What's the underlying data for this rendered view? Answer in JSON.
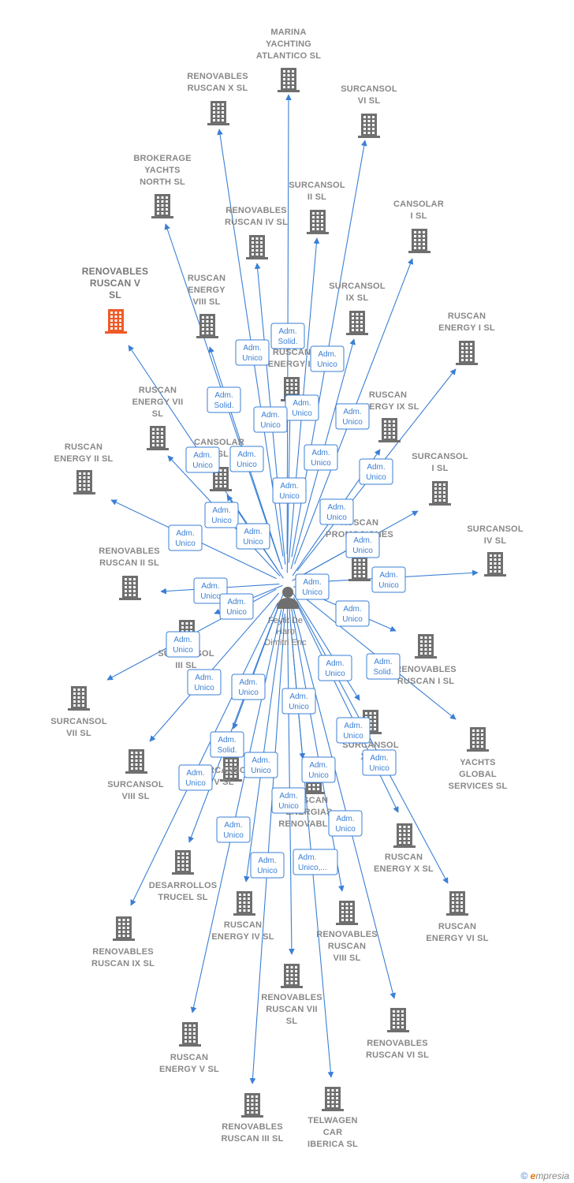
{
  "person": {
    "name_lines": [
      "Feytit De",
      "Haro",
      "Dimitri Eric"
    ],
    "icon": "person-icon"
  },
  "colors": {
    "edge": "#3a7fd5",
    "building": "#6f6f6f",
    "highlight": "#f05a28",
    "label": "#888888"
  },
  "companies": [
    {
      "id": "marina-yachting-atlantico",
      "lines": [
        "MARINA",
        "YACHTING",
        "ATLANTICO  SL"
      ],
      "role": [
        "Adm.",
        "Solid."
      ]
    },
    {
      "id": "renovables-ruscan-x",
      "lines": [
        "RENOVABLES",
        "RUSCAN X  SL"
      ],
      "role": [
        "Adm.",
        "Unico"
      ]
    },
    {
      "id": "surcansol-vi",
      "lines": [
        "SURCANSOL",
        "VI  SL"
      ],
      "role": [
        "Adm.",
        "Unico"
      ]
    },
    {
      "id": "brokerage-yachts-north",
      "lines": [
        "BROKERAGE",
        "YACHTS",
        "NORTH  SL"
      ],
      "role": [
        "Adm.",
        "Solid."
      ]
    },
    {
      "id": "surcansol-ii",
      "lines": [
        "SURCANSOL",
        "II  SL"
      ],
      "role": [
        "Adm.",
        "Unico"
      ]
    },
    {
      "id": "renovables-ruscan-iv",
      "lines": [
        "RENOVABLES",
        "RUSCAN IV  SL"
      ],
      "role": [
        "Adm.",
        "Unico"
      ]
    },
    {
      "id": "cansolar-i",
      "lines": [
        "CANSOLAR",
        "I  SL"
      ],
      "role": [
        "Adm.",
        "Unico"
      ]
    },
    {
      "id": "renovables-ruscan-v",
      "lines": [
        "RENOVABLES",
        "RUSCAN V",
        "SL"
      ],
      "role": [
        "Adm.",
        "Unico"
      ],
      "highlight": true
    },
    {
      "id": "ruscan-energy-viii",
      "lines": [
        "RUSCAN",
        "ENERGY",
        "VIII  SL"
      ],
      "role": [
        "Adm.",
        "Unico"
      ]
    },
    {
      "id": "surcansol-ix",
      "lines": [
        "SURCANSOL",
        "IX  SL"
      ],
      "role": [
        "Adm.",
        "Unico"
      ]
    },
    {
      "id": "ruscan-energy-i",
      "lines": [
        "RUSCAN",
        "ENERGY I  SL"
      ],
      "role": [
        "Adm.",
        "Unico"
      ]
    },
    {
      "id": "ruscan-energy-iii",
      "lines": [
        "RUSCAN",
        "ENERGY III"
      ],
      "role": [
        "Adm.",
        "Unico"
      ]
    },
    {
      "id": "ruscan-energy-vii",
      "lines": [
        "RUSCAN",
        "ENERGY VII",
        "SL"
      ],
      "role": [
        "Adm.",
        "Unico"
      ]
    },
    {
      "id": "ruscan-energy-ix",
      "lines": [
        "RUSCAN",
        "ENERGY IX  SL"
      ],
      "role": [
        "Adm.",
        "Unico"
      ]
    },
    {
      "id": "cansolar-ii",
      "lines": [
        "CANSOLAR",
        "II  SL"
      ],
      "role": [
        "Adm.",
        "Unico"
      ]
    },
    {
      "id": "surcansol-i",
      "lines": [
        "SURCANSOL",
        "I  SL"
      ],
      "role": [
        "Adm.",
        "Unico"
      ]
    },
    {
      "id": "ruscan-energy-ii",
      "lines": [
        "RUSCAN",
        "ENERGY II  SL"
      ],
      "role": [
        "Adm.",
        "Unico"
      ]
    },
    {
      "id": "ruscan-promociones",
      "lines": [
        "RUSCAN",
        "PROMOCIONES"
      ],
      "role": [
        "Adm.",
        "Unico"
      ]
    },
    {
      "id": "surcansol-iv",
      "lines": [
        "SURCANSOL",
        "IV  SL"
      ],
      "role": [
        "Adm.",
        "Unico"
      ]
    },
    {
      "id": "renovables-ruscan-ii",
      "lines": [
        "RENOVABLES",
        "RUSCAN II  SL"
      ],
      "role": [
        "Adm.",
        "Unico"
      ]
    },
    {
      "id": "surcansol-iii",
      "lines": [
        "SURCANSOL",
        "III  SL"
      ],
      "role": [
        "Adm.",
        "Unico"
      ]
    },
    {
      "id": "renovables-ruscan-i",
      "lines": [
        "RENOVABLES",
        "RUSCAN I  SL"
      ],
      "role": [
        "Adm.",
        "Unico"
      ]
    },
    {
      "id": "surcansol-vii",
      "lines": [
        "SURCANSOL",
        "VII  SL"
      ],
      "role": [
        "Adm.",
        "Unico"
      ]
    },
    {
      "id": "yachts-global-services",
      "lines": [
        "YACHTS",
        "GLOBAL",
        "SERVICES  SL"
      ],
      "role": [
        "Adm.",
        "Solid."
      ]
    },
    {
      "id": "surcansol-x",
      "lines": [
        "SURCANSOL",
        "X  SL"
      ],
      "role": [
        "Adm.",
        "Unico"
      ]
    },
    {
      "id": "surcansol-v",
      "lines": [
        "SURCANSOL",
        "V  SL"
      ],
      "role": [
        "Adm.",
        "Unico"
      ]
    },
    {
      "id": "surcansol-viii",
      "lines": [
        "SURCANSOL",
        "VIII  SL"
      ],
      "role": [
        "Adm.",
        "Unico"
      ]
    },
    {
      "id": "energias-renovables",
      "lines": [
        "RUSCAN",
        "ENERGIAS",
        "RENOVABLES"
      ],
      "role": [
        "Adm.",
        "Unico"
      ]
    },
    {
      "id": "ruscan-energy-x",
      "lines": [
        "RUSCAN",
        "ENERGY X  SL"
      ],
      "role": [
        "Adm.",
        "Unico"
      ]
    },
    {
      "id": "desarrollos-trucel",
      "lines": [
        "DESARROLLOS",
        "TRUCEL  SL"
      ],
      "role": [
        "Adm.",
        "Solid."
      ]
    },
    {
      "id": "ruscan-energy-iv",
      "lines": [
        "RUSCAN",
        "ENERGY IV  SL"
      ],
      "role": [
        "Adm.",
        "Unico"
      ]
    },
    {
      "id": "renovables-ruscan-viii",
      "lines": [
        "RENOVABLES",
        "RUSCAN",
        "VIII  SL"
      ],
      "role": [
        "Adm.",
        "Unico"
      ]
    },
    {
      "id": "ruscan-energy-vi",
      "lines": [
        "RUSCAN",
        "ENERGY VI  SL"
      ],
      "role": [
        "Adm.",
        "Unico"
      ]
    },
    {
      "id": "renovables-ruscan-ix",
      "lines": [
        "RENOVABLES",
        "RUSCAN IX  SL"
      ],
      "role": [
        "Adm.",
        "Unico"
      ]
    },
    {
      "id": "renovables-ruscan-vii",
      "lines": [
        "RENOVABLES",
        "RUSCAN VII",
        "SL"
      ],
      "role": [
        "Adm.",
        "Unico"
      ]
    },
    {
      "id": "renovables-ruscan-vi",
      "lines": [
        "RENOVABLES",
        "RUSCAN VI  SL"
      ],
      "role": [
        "Adm.",
        "Unico"
      ]
    },
    {
      "id": "ruscan-energy-v",
      "lines": [
        "RUSCAN",
        "ENERGY V  SL"
      ],
      "role": [
        "Adm.",
        "Unico"
      ]
    },
    {
      "id": "renovables-ruscan-iii",
      "lines": [
        "RENOVABLES",
        "RUSCAN III  SL"
      ],
      "role": [
        "Adm.",
        "Unico"
      ]
    },
    {
      "id": "telwagen-car-iberica",
      "lines": [
        "TELWAGEN",
        "CAR",
        "IBERICA  SL"
      ],
      "role": [
        "Adm.",
        "Unico,..."
      ]
    }
  ],
  "footer": {
    "copyright": "©",
    "brand_first": "e",
    "brand_rest": "mpresia"
  }
}
